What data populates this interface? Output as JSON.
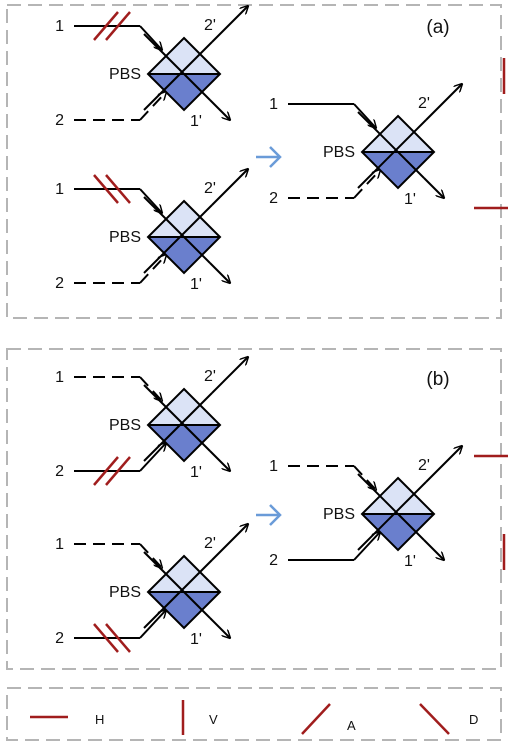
{
  "panels": [
    {
      "tag": "(a)",
      "pbs_label": "PBS",
      "input_ports": [
        "1",
        "2"
      ],
      "output_ports": [
        "2'",
        "1'"
      ],
      "left_units": [
        {
          "solid_port": "1",
          "dashed_port": "2",
          "mark_on": "1",
          "mark": "A"
        },
        {
          "solid_port": "1",
          "dashed_port": "2",
          "mark_on": "1",
          "mark": "D"
        }
      ],
      "right_unit": {
        "solid_port": "1",
        "dashed_port": "2",
        "marks": {
          "2'": "V",
          "1'": "H"
        }
      }
    },
    {
      "tag": "(b)",
      "pbs_label": "PBS",
      "input_ports": [
        "1",
        "2"
      ],
      "output_ports": [
        "2'",
        "1'"
      ],
      "left_units": [
        {
          "solid_port": "2",
          "dashed_port": "1",
          "mark_on": "2",
          "mark": "A"
        },
        {
          "solid_port": "2",
          "dashed_port": "1",
          "mark_on": "2",
          "mark": "D"
        }
      ],
      "right_unit": {
        "solid_port": "2",
        "dashed_port": "1",
        "marks": {
          "2'": "H",
          "1'": "V"
        }
      }
    }
  ],
  "legend": [
    {
      "symbol": "horizontal",
      "label": "H"
    },
    {
      "symbol": "vertical",
      "label": "V"
    },
    {
      "symbol": "diagonal-up",
      "label": "A"
    },
    {
      "symbol": "diagonal-down",
      "label": "D"
    }
  ],
  "colors": {
    "polarization_mark": "#a01d1d",
    "arrow": "#6a9bd8",
    "frame": "#b5b5b5",
    "pbs_fill_top": "#dbe3f6",
    "pbs_fill_bottom": "#6a7fcd"
  }
}
